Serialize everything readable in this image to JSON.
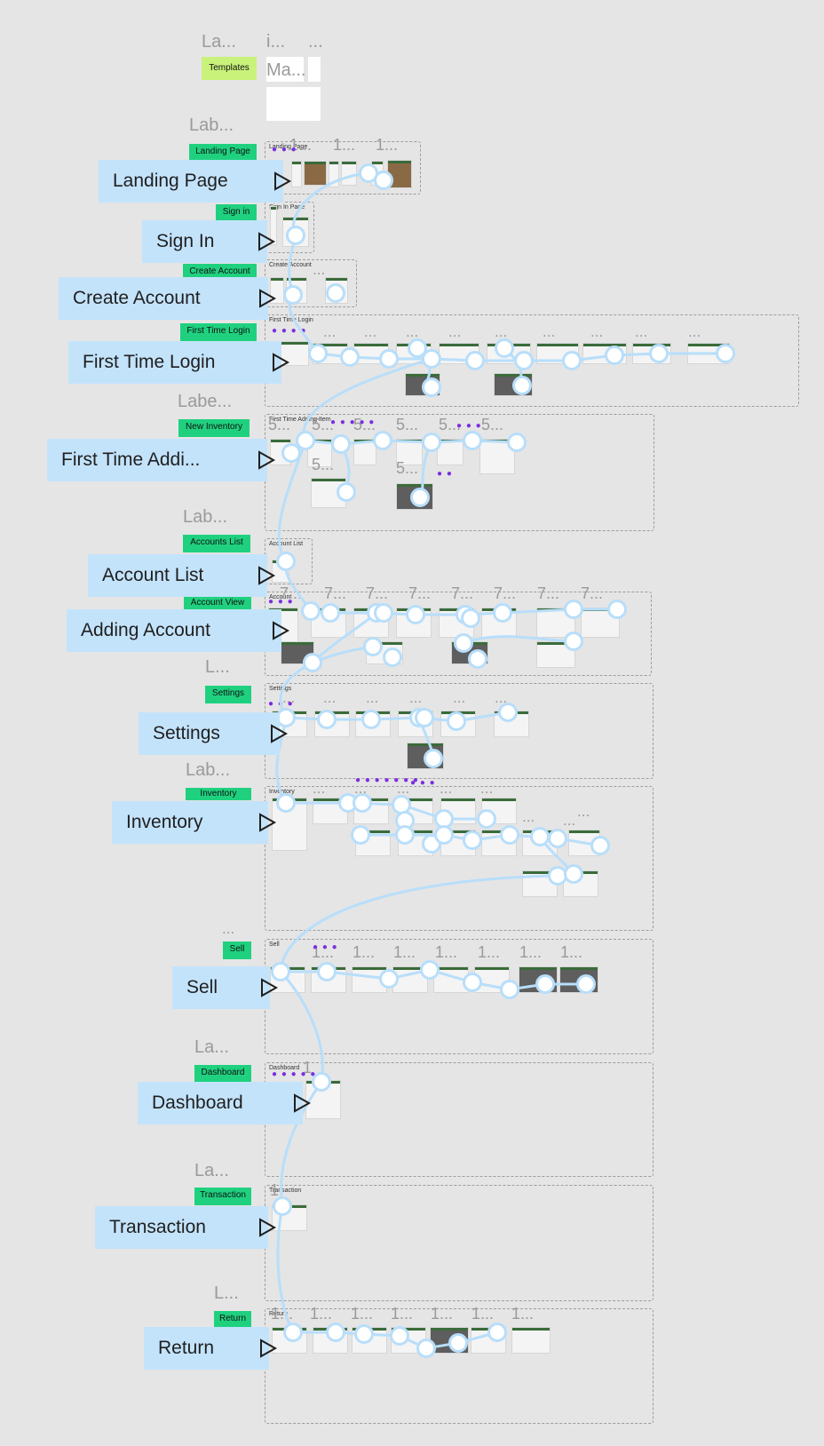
{
  "top_area": {
    "labels": [
      "La...",
      "i...",
      "...",
      "Ma..."
    ],
    "sticky": "Templates"
  },
  "sections": [
    {
      "id": "landing",
      "faded_label": "Lab...",
      "sticky": "Landing Page",
      "title": "Landing Page",
      "button": "Landing Page",
      "counters": [
        "1...",
        "1...",
        "1..."
      ]
    },
    {
      "id": "signin",
      "faded_label": "",
      "sticky": "Sign in",
      "title": "Sign In Page",
      "button": "Sign In",
      "counters": []
    },
    {
      "id": "create",
      "faded_label": "",
      "sticky": "Create Account",
      "title": "Create Account",
      "button": "Create Account",
      "counters": [
        "..."
      ]
    },
    {
      "id": "firsttime",
      "faded_label": "",
      "sticky": "First Time Login",
      "title": "First Time Login",
      "button": "First Time Login",
      "counters": [
        "...",
        "...",
        "...",
        "...",
        "...",
        "...",
        "...",
        "...",
        "..."
      ]
    },
    {
      "id": "firstadd",
      "faded_label": "Labe...",
      "sticky": "New Inventory",
      "title": "First Time Adding Item",
      "button": "First Time Addi...",
      "counters": [
        "5...",
        "5...",
        "5...",
        "5...",
        "5...",
        "5...",
        "5...",
        "5..."
      ]
    },
    {
      "id": "accountlist",
      "faded_label": "Lab...",
      "sticky": "Accounts List",
      "title": "Account List",
      "button": "Account List",
      "counters": []
    },
    {
      "id": "accountview",
      "faded_label": "",
      "sticky": "Account View",
      "title": "Account",
      "button": "Adding Account",
      "counters": [
        "7...",
        "7...",
        "7...",
        "7...",
        "7...",
        "7...",
        "7...",
        "7..."
      ]
    },
    {
      "id": "settings",
      "faded_label": "L...",
      "sticky": "Settings",
      "title": "Settings",
      "button": "Settings",
      "counters": [
        "...",
        "...",
        "...",
        "...",
        "...",
        "..."
      ]
    },
    {
      "id": "inventory",
      "faded_label": "Lab...",
      "sticky": "Inventory",
      "title": "Inventory",
      "button": "Inventory",
      "counters": [
        "...",
        "...",
        "...",
        "...",
        "...",
        "...",
        "...",
        "..."
      ]
    },
    {
      "id": "sell",
      "faded_label": "...",
      "sticky": "Sell",
      "title": "Sell",
      "button": "Sell",
      "counters": [
        "1...",
        "1...",
        "1...",
        "1...",
        "1...",
        "1...",
        "1..."
      ]
    },
    {
      "id": "dashboard",
      "faded_label": "La...",
      "sticky": "Dashboard",
      "title": "Dashboard",
      "button": "Dashboard",
      "counters": [
        "1"
      ]
    },
    {
      "id": "transaction",
      "faded_label": "La...",
      "sticky": "Transaction",
      "title": "Transaction",
      "button": "Transaction",
      "counters": [
        "1"
      ]
    },
    {
      "id": "return",
      "faded_label": "L...",
      "sticky": "Return",
      "title": "Return",
      "button": "Return",
      "counters": [
        "1...",
        "1...",
        "1...",
        "1...",
        "1...",
        "1...",
        "1..."
      ]
    }
  ],
  "colors": {
    "canvas": "#e5e5e5",
    "sticky": "#1fd17f",
    "template_sticky": "#c8f27a",
    "flow_button": "#c3e3fb",
    "wire": "#b8defa"
  },
  "icons": {
    "flow_start": "play-triangle-icon"
  }
}
